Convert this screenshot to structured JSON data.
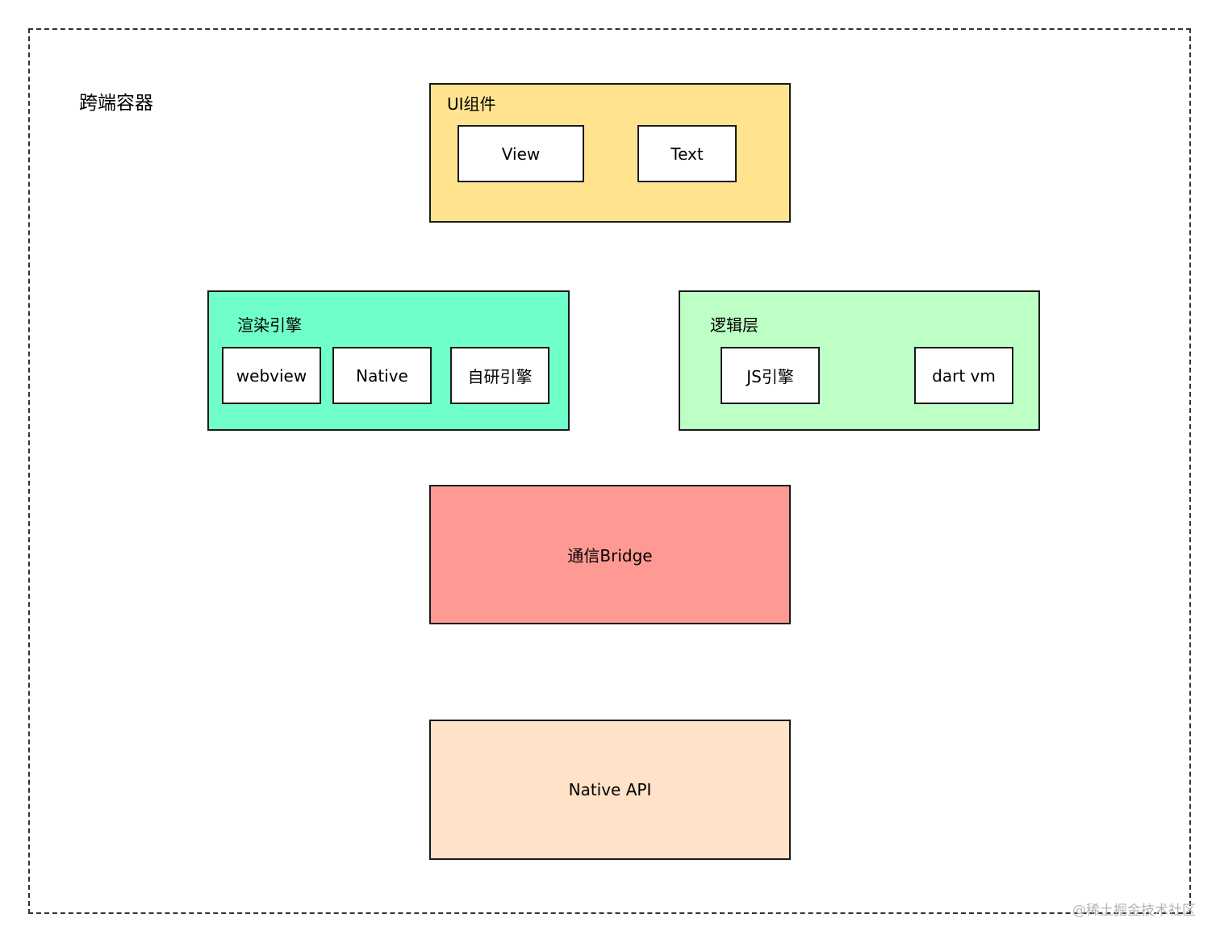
{
  "container": {
    "title": "跨端容器"
  },
  "ui_components": {
    "label": "UI组件",
    "color": "#FFE38F",
    "items": [
      "View",
      "Text"
    ]
  },
  "render_engine": {
    "label": "渲染引擎",
    "color": "#70FFC8",
    "items": [
      "webview",
      "Native",
      "自研引擎"
    ]
  },
  "logic_layer": {
    "label": "逻辑层",
    "color": "#BDFFC5",
    "items": [
      "JS引擎",
      "dart vm"
    ]
  },
  "bridge": {
    "label": "通信Bridge",
    "color": "#FF9993"
  },
  "native_api": {
    "label": "Native API",
    "color": "#FFE2C7"
  },
  "watermark": "@稀土掘金技术社区"
}
